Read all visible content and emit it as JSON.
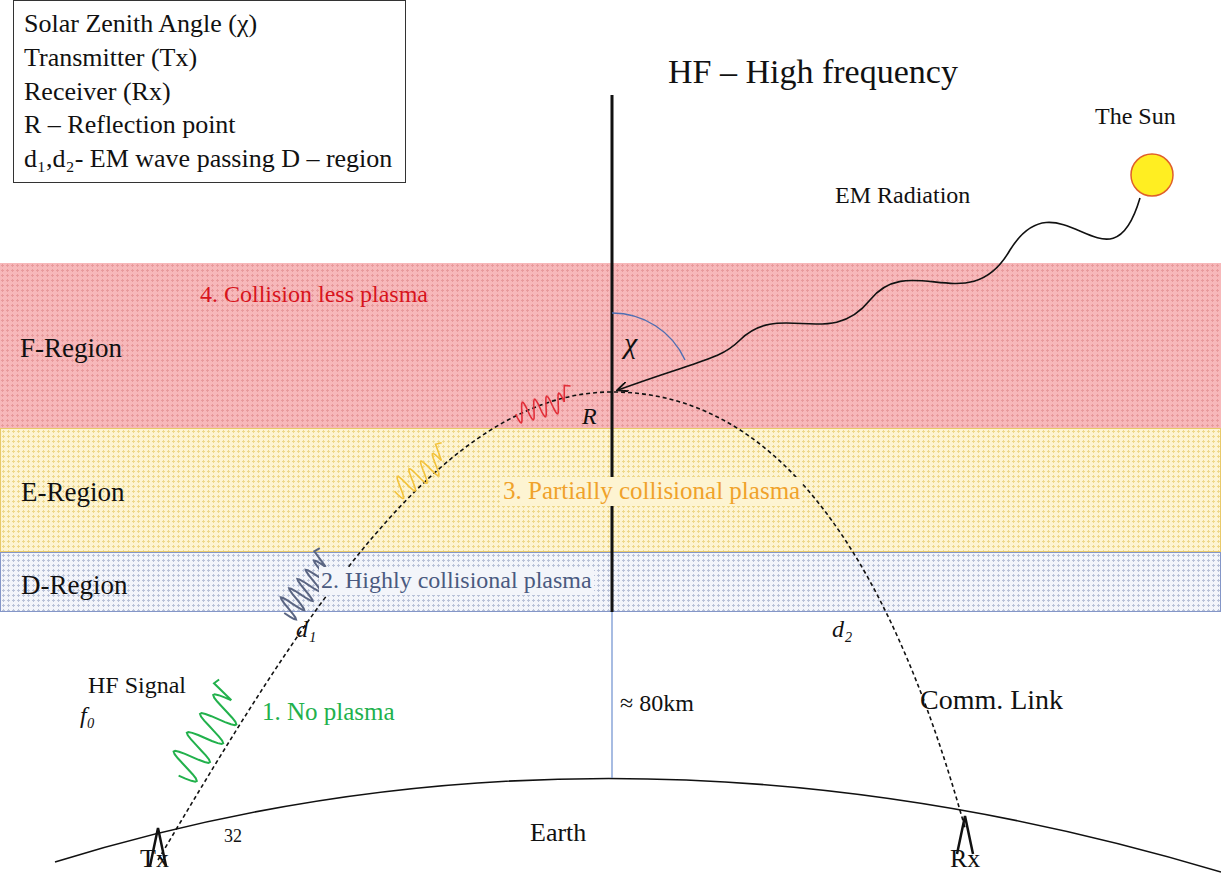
{
  "diagram": {
    "nodes": [
      {
        "text": [
          "Solar Zenith Angle (χ)",
          "Transmitter (Tx)",
          "Receiver (Rx)",
          "R – Reflection point",
          "d₁,d₂- EM wave passing D – region"
        ]
      },
      {
        "text": [
          "F-Region",
          "4. Collision less plasma"
        ]
      },
      {
        "text": [
          "E-Region",
          "3. Partially collisional plasma"
        ]
      },
      {
        "text": [
          "D-Region",
          "2. Highly collisional plasma"
        ]
      }
    ],
    "labels": [
      "HF – High frequency",
      "The Sun",
      "EM Radiation",
      "χ",
      "R",
      "d₁",
      "d₂",
      "≈ 80km",
      "HF Signal",
      "f₀",
      "1. No plasma",
      "Comm. Link",
      "Tx",
      "Earth",
      "Rx",
      "32"
    ]
  }
}
